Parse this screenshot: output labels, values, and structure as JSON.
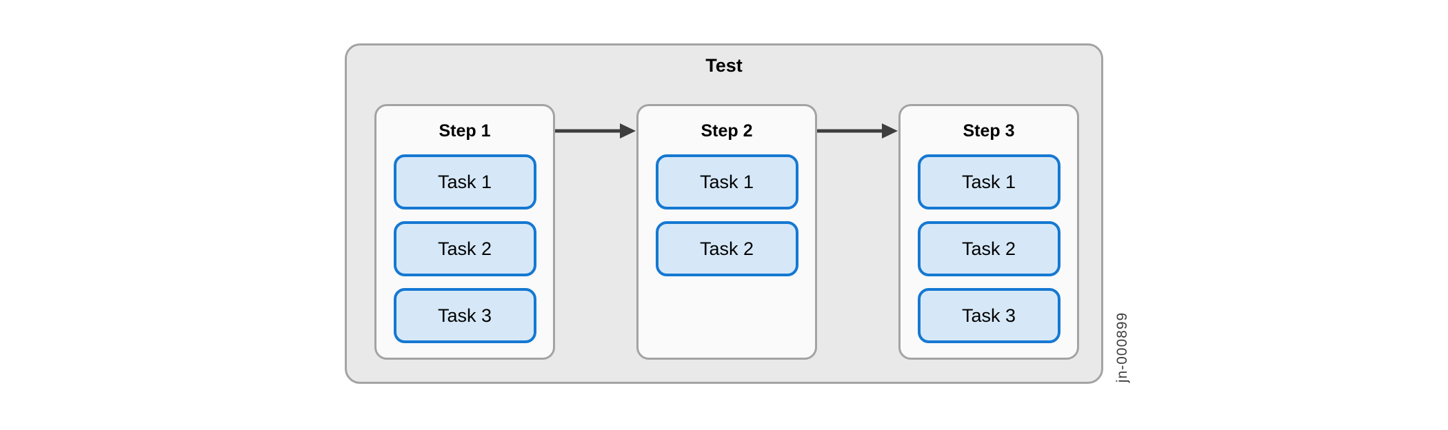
{
  "diagram": {
    "container": {
      "title": "Test"
    },
    "steps": [
      {
        "label": "Step 1",
        "tasks": [
          "Task 1",
          "Task 2",
          "Task 3"
        ]
      },
      {
        "label": "Step 2",
        "tasks": [
          "Task 1",
          "Task 2"
        ]
      },
      {
        "label": "Step 3",
        "tasks": [
          "Task 1",
          "Task 2",
          "Task 3"
        ]
      }
    ],
    "connectors": [
      {
        "from": "Step 1",
        "to": "Step 2",
        "type": "arrow-right"
      },
      {
        "from": "Step 2",
        "to": "Step 3",
        "type": "arrow-right"
      }
    ],
    "figure_id": "jn-000899"
  },
  "colors": {
    "page_bg": "#ffffff",
    "container_fill": "#e9e9e9",
    "container_border": "#a3a3a3",
    "step_fill": "#fafafa",
    "step_border": "#a3a3a3",
    "task_fill": "#d6e8f8",
    "task_border": "#1578d2",
    "arrow": "#3e3e3e",
    "text": "#000000",
    "figure_id_text": "#3d3d3d"
  }
}
